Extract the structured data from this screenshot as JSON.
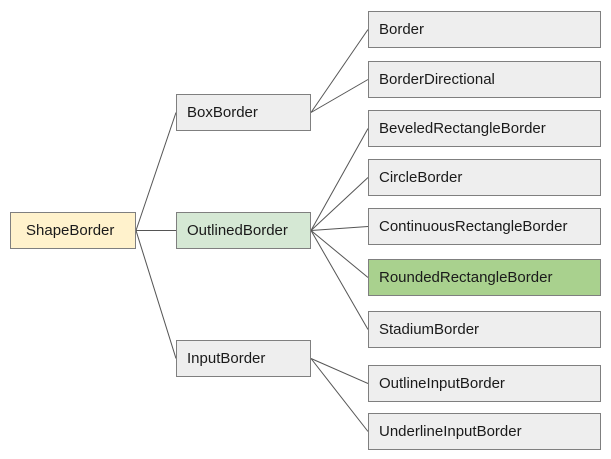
{
  "colors": {
    "root_fill": "#fff2cc",
    "highlight_fill": "#d5e8d4",
    "selected_fill": "#a9d18e",
    "default_fill": "#eeeeee",
    "border": "#7f7f7f",
    "edge": "#555555"
  },
  "tree": {
    "root": {
      "label": "ShapeBorder"
    },
    "level1": [
      {
        "label": "BoxBorder"
      },
      {
        "label": "OutlinedBorder"
      },
      {
        "label": "InputBorder"
      }
    ],
    "box_border_children": [
      {
        "label": "Border"
      },
      {
        "label": "BorderDirectional"
      }
    ],
    "outlined_border_children": [
      {
        "label": "BeveledRectangleBorder"
      },
      {
        "label": "CircleBorder"
      },
      {
        "label": "ContinuousRectangleBorder"
      },
      {
        "label": "RoundedRectangleBorder"
      },
      {
        "label": "StadiumBorder"
      }
    ],
    "input_border_children": [
      {
        "label": "OutlineInputBorder"
      },
      {
        "label": "UnderlineInputBorder"
      }
    ]
  }
}
